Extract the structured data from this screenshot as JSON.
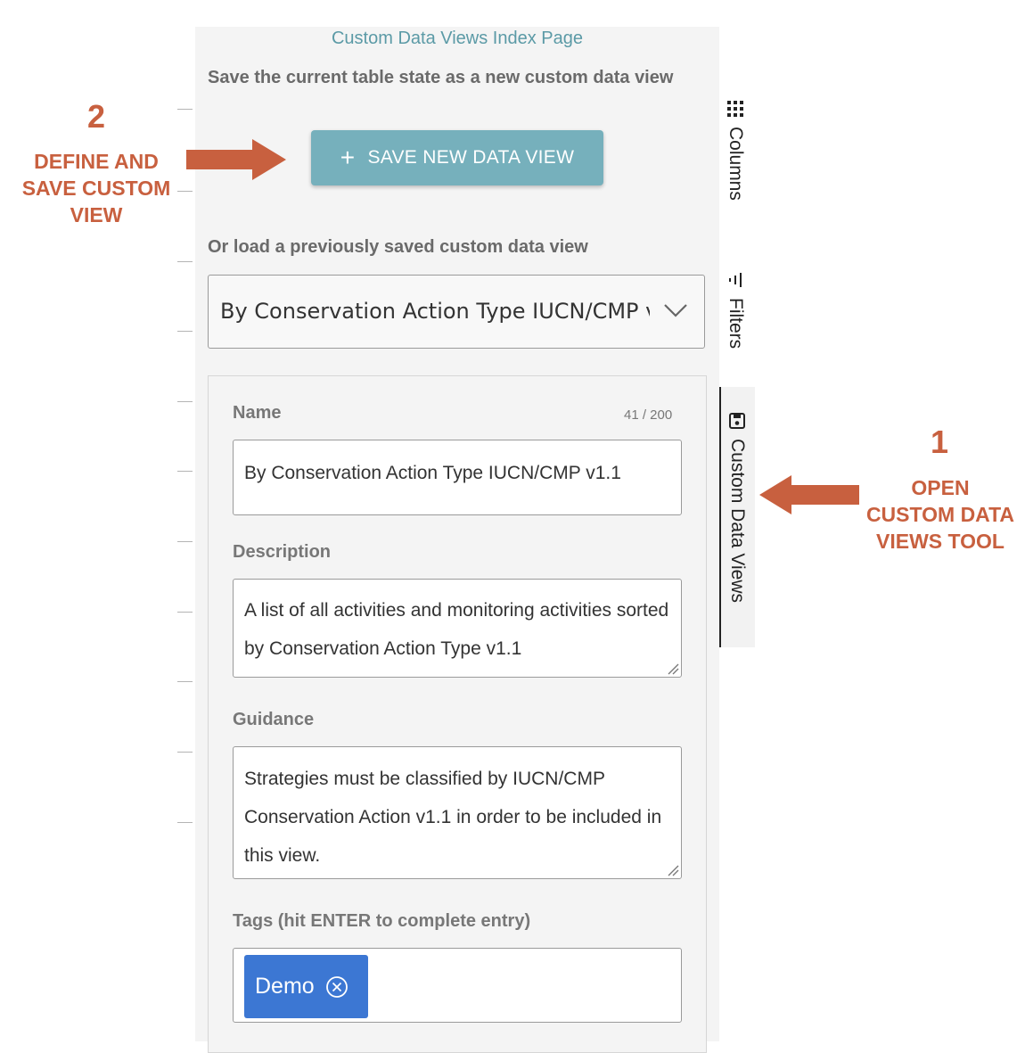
{
  "panel": {
    "index_link": "Custom Data Views Index Page",
    "save_hint": "Save the current table state as a new custom data view",
    "save_button_label": "SAVE NEW DATA VIEW",
    "load_hint": "Or load a previously saved custom data view",
    "selected_view": "By Conservation Action Type IUCN/CMP v1.1"
  },
  "form": {
    "name_label": "Name",
    "name_counter": "41 / 200",
    "name_value": "By Conservation Action Type IUCN/CMP v1.1",
    "description_label": "Description",
    "description_value": "A list of all activities and monitoring activities sorted by Conservation Action Type v1.1",
    "guidance_label": "Guidance",
    "guidance_value": "Strategies must be classified by IUCN/CMP Conservation Action v1.1 in order to be included in this view.",
    "tags_label": "Tags (hit ENTER to complete entry)",
    "tags": [
      "Demo"
    ]
  },
  "side_tabs": {
    "columns": {
      "label": "Columns",
      "icon": "columns-grid-icon"
    },
    "filters": {
      "label": "Filters",
      "icon": "filter-icon"
    },
    "custom_views": {
      "label": "Custom Data Views",
      "icon": "floppy-disk-icon",
      "active": true
    }
  },
  "annotations": {
    "step2_number": "2",
    "step2_text": "DEFINE AND SAVE CUSTOM VIEW",
    "step1_number": "1",
    "step1_text": "OPEN CUSTOM DATA VIEWS TOOL"
  },
  "colors": {
    "accent": "#76b0bc",
    "link": "#5b9aa6",
    "annotation": "#c8603f",
    "tag": "#3c77d3"
  }
}
